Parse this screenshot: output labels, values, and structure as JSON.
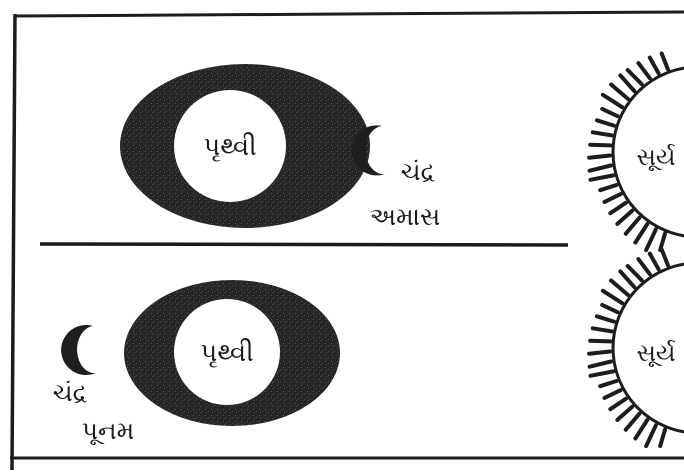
{
  "panels": [
    {
      "earth_label": "પૃથ્વી",
      "moon_label": "ચંદ્ર",
      "phase_label": "અમાસ",
      "sun_label": "સૂર્ય"
    },
    {
      "earth_label": "પૃથ્વી",
      "moon_label": "ચંદ્ર",
      "phase_label": "પૂનમ",
      "sun_label": "સૂર્ય"
    }
  ],
  "colors": {
    "ink": "#1c1c1c",
    "shadow": "#262626",
    "paper": "#ffffff"
  }
}
